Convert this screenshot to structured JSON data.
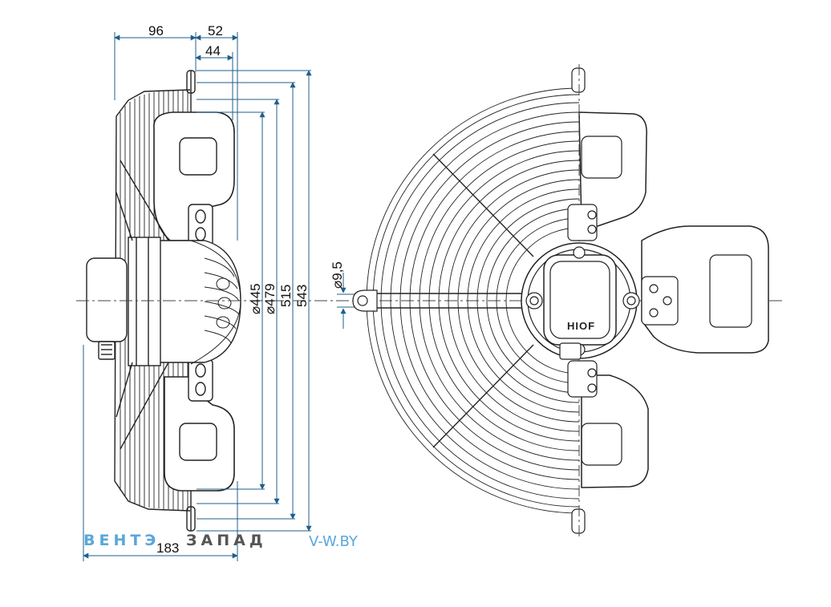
{
  "dimensions": {
    "top": [
      "96",
      "52",
      "44"
    ],
    "diameters": [
      "⌀445",
      "⌀479",
      "515",
      "543"
    ],
    "bottom": "183",
    "hole": "⌀9,5"
  },
  "motor_logo": "HIOF",
  "watermark": {
    "brand_part1": "ВЕНТЭ",
    "brand_part2": "ЗАПАД",
    "site": "V-W.BY"
  },
  "colors": {
    "dimension_line": "#1f5f8b",
    "outline": "#222222",
    "watermark_blue": "#5aa7db",
    "watermark_gray": "#555555"
  }
}
